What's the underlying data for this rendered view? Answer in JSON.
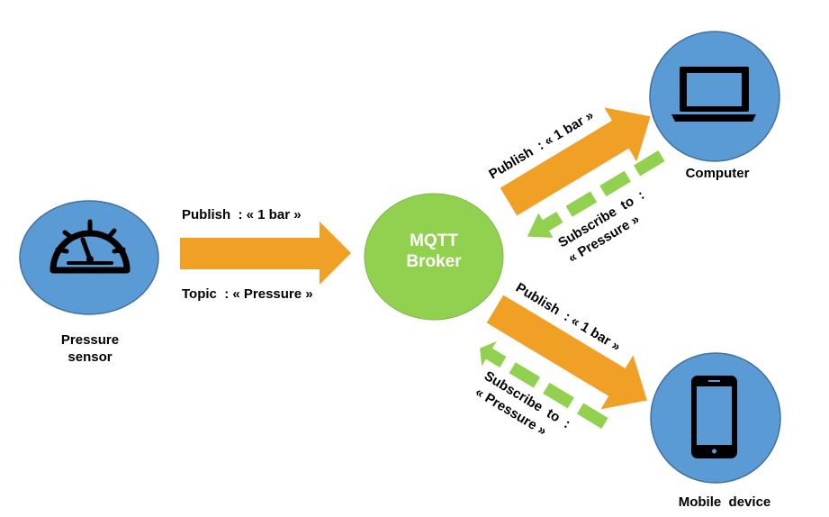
{
  "colors": {
    "node_blue": "#5b9bd5",
    "broker_green": "#92d050",
    "publish_arrow": "#f0a024",
    "subscribe_arrow": "#92d050",
    "icon": "#000000"
  },
  "nodes": {
    "pressure_sensor": {
      "label_line1": "Pressure",
      "label_line2": "sensor",
      "icon": "gauge-icon"
    },
    "broker": {
      "label_line1": "MQTT",
      "label_line2": "Broker"
    },
    "computer": {
      "label": "Computer",
      "icon": "laptop-icon"
    },
    "mobile": {
      "label": "Mobile  device",
      "icon": "smartphone-icon"
    }
  },
  "edges": {
    "sensor_to_broker": {
      "publish_label": "Publish  : « 1 bar »",
      "topic_label": "Topic  : « Pressure »"
    },
    "broker_to_computer": {
      "publish_label": "Publish  : « 1 bar »",
      "subscribe_line1": "Subscribe  to  :",
      "subscribe_line2": "« Pressure »"
    },
    "broker_to_mobile": {
      "publish_label": "Publish  : « 1 bar »",
      "subscribe_line1": "Subscribe  to  :",
      "subscribe_line2": "« Pressure »"
    }
  }
}
